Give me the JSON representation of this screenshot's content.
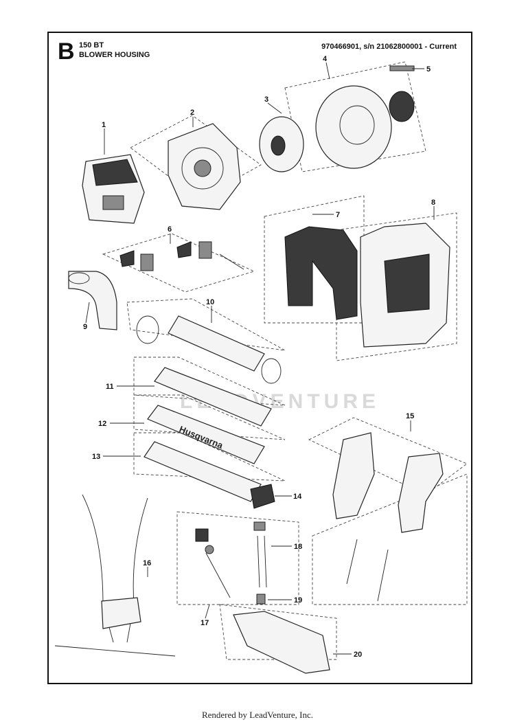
{
  "header": {
    "section_letter": "B",
    "model": "150 BT",
    "title": "BLOWER HOUSING",
    "part_number": "970466901, s/n 21062800001 - Current"
  },
  "watermark": "LEADVENTURE",
  "brand_on_tube": "Husqvarna",
  "callouts": [
    "1",
    "2",
    "3",
    "4",
    "5",
    "6",
    "7",
    "8",
    "9",
    "10",
    "11",
    "12",
    "13",
    "14",
    "15",
    "16",
    "17",
    "18",
    "19",
    "20"
  ],
  "footer": "Rendered by LeadVenture, Inc."
}
